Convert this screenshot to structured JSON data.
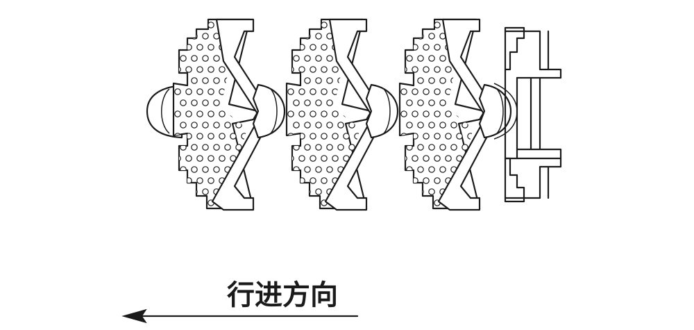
{
  "direction": {
    "label": "行进方向",
    "arrow_direction": "left",
    "icon": "arrow-left-icon"
  },
  "chain": {
    "visible_modules": 3,
    "surface": "perforated",
    "line_color": "#1a1a1a",
    "background_color": "#ffffff"
  }
}
